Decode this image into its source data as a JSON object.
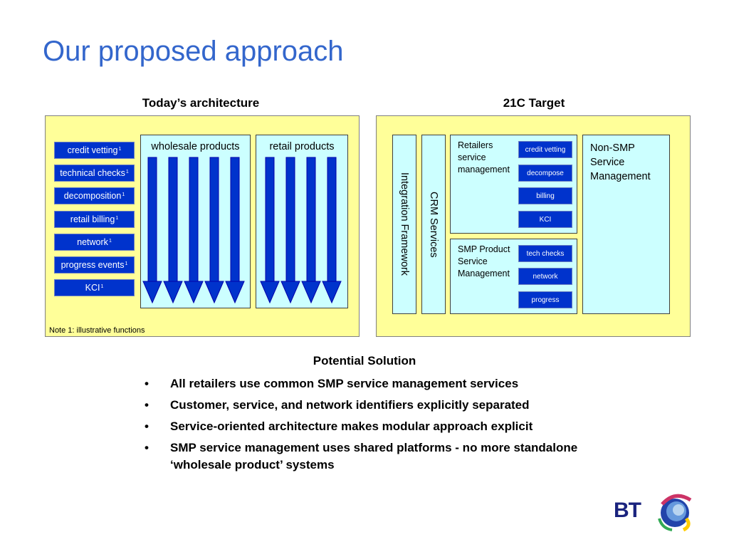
{
  "slide": {
    "title": "Our proposed approach",
    "left_heading": "Today’s architecture",
    "right_heading": "21C Target",
    "solution_heading": "Potential Solution",
    "logo_text": "BT"
  },
  "today": {
    "functions": [
      {
        "label": "credit vetting",
        "sup": "1"
      },
      {
        "label": "technical checks",
        "sup": "1"
      },
      {
        "label": "decomposition",
        "sup": "1"
      },
      {
        "label": "retail billing",
        "sup": "1"
      },
      {
        "label": "network",
        "sup": "1"
      },
      {
        "label": "progress events",
        "sup": "1"
      },
      {
        "label": "KCI",
        "sup": "1"
      }
    ],
    "wholesale_label": "wholesale products",
    "retail_label": "retail products",
    "note": "Note 1: illustrative functions",
    "wholesale_arrow_count": 5,
    "retail_arrow_count": 4
  },
  "target": {
    "integration_framework": "Integration Framework",
    "crm_services": "CRM Services",
    "retailers_mgmt": {
      "label_lines": [
        "Retailers",
        "service",
        "management"
      ],
      "buttons": [
        "credit vetting",
        "decompose",
        "billing",
        "KCI"
      ]
    },
    "smp_mgmt": {
      "label_lines": [
        "SMP Product",
        "Service",
        "Management"
      ],
      "buttons": [
        "tech checks",
        "network",
        "progress"
      ]
    },
    "non_smp_lines": [
      "Non-SMP",
      "Service",
      "Management"
    ]
  },
  "bullets": [
    "All retailers use common SMP service management services",
    "Customer, service, and network identifiers explicitly separated",
    "Service-oriented architecture makes modular approach explicit",
    "SMP service management uses shared platforms - no more standalone ‘wholesale product’ systems"
  ],
  "bullet_glyph": "•",
  "colors": {
    "title": "#3366cc",
    "panel_fill": "#ffff99",
    "button_blue": "#0033cc",
    "box_cyan": "#ccffff"
  }
}
